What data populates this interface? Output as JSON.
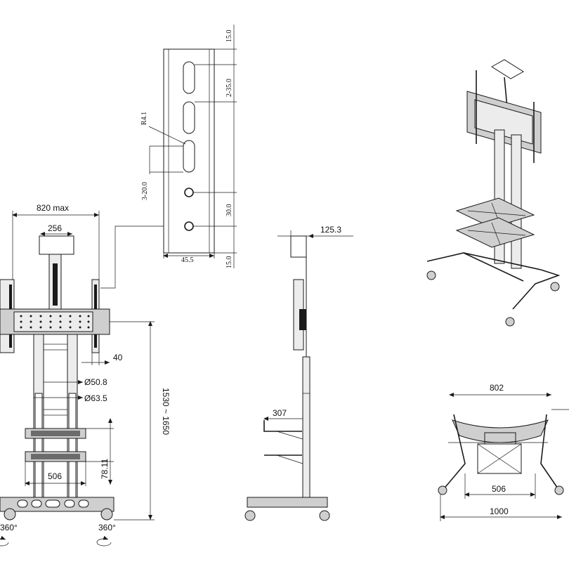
{
  "labels": {
    "max_width": "820 max",
    "top_box": "256",
    "bracket_offset": "40",
    "dia_inner": "Ø50.8",
    "dia_outer": "Ø63.5",
    "height": "1530 ~ 1650",
    "shelf_h": "78.11",
    "shelf_w": "506",
    "rot_left": "360°",
    "rot_right": "360°",
    "side_top": "125.3",
    "side_shelf": "307",
    "top_width": "802",
    "top_shelf": "506",
    "top_base": "1000",
    "detail_15a": "15.0",
    "detail_slot": "2-35.0",
    "detail_r": "R4.1",
    "detail_holes": "3-20.0",
    "detail_30": "30.0",
    "detail_15b": "15.0",
    "detail_w": "45.5"
  }
}
